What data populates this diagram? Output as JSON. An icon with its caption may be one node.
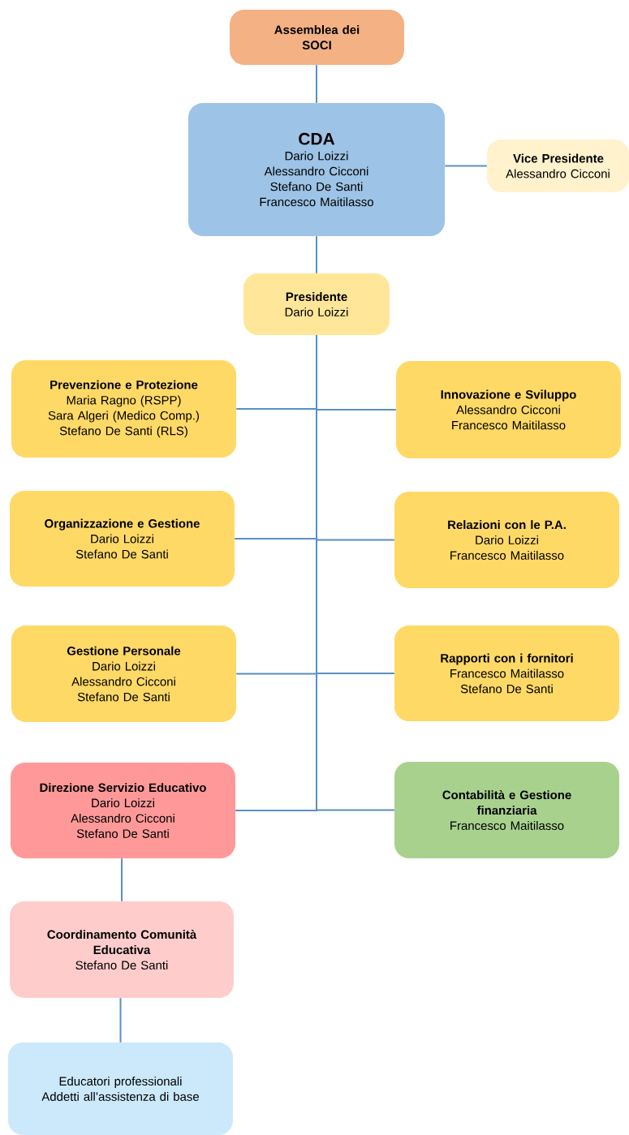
{
  "diagram": {
    "nodes": [
      {
        "text": [
          "Assemblea dei SOCI"
        ]
      },
      {
        "text": [
          "CDA",
          "Dario Loizzi",
          "Alessandro Cicconi",
          "Stefano De Santi",
          "Francesco Maitilasso"
        ]
      },
      {
        "text": [
          "Vice Presidente",
          "Alessandro Cicconi"
        ]
      },
      {
        "text": [
          "Presidente",
          "Dario Loizzi"
        ]
      },
      {
        "text": [
          "Prevenzione e Protezione",
          "Maria Ragno (RSPP)",
          "Sara Algeri (Medico Comp.)",
          "Stefano De Santi (RLS)"
        ]
      },
      {
        "text": [
          "Innovazione e Sviluppo",
          "Alessandro Cicconi",
          "Francesco Maitilasso"
        ]
      },
      {
        "text": [
          "Organizzazione e Gestione",
          "Dario Loizzi",
          "Stefano De Santi"
        ]
      },
      {
        "text": [
          "Relazioni con le P.A.",
          "Dario Loizzi",
          "Francesco Maitilasso"
        ]
      },
      {
        "text": [
          "Gestione Personale",
          "Dario Loizzi",
          "Alessandro Cicconi",
          "Stefano De Santi"
        ]
      },
      {
        "text": [
          "Rapporti con i fornitori",
          "Francesco Maitilasso",
          "Stefano De Santi"
        ]
      },
      {
        "text": [
          "Direzione Servizio Educativo",
          "Dario Loizzi",
          "Alessandro Cicconi",
          "Stefano De Santi"
        ]
      },
      {
        "text": [
          "Contabilità e Gestione finanziaria",
          "Francesco Maitilasso"
        ]
      },
      {
        "text": [
          "Coordinamento Comunità Educativa",
          "Stefano De Santi"
        ]
      },
      {
        "text": [
          "Educatori professionali",
          "Addetti all’assistenza di base"
        ]
      }
    ],
    "edges": [
      {
        "from": 0,
        "to": 1,
        "arrow": "none"
      },
      {
        "from": 1,
        "to": 2,
        "arrow": "none"
      },
      {
        "from": 1,
        "to": 3,
        "arrow": "none"
      },
      {
        "from": 3,
        "to": 4,
        "arrow": "none"
      },
      {
        "from": 3,
        "to": 5,
        "arrow": "none"
      },
      {
        "from": 3,
        "to": 6,
        "arrow": "none"
      },
      {
        "from": 3,
        "to": 7,
        "arrow": "none"
      },
      {
        "from": 3,
        "to": 8,
        "arrow": "none"
      },
      {
        "from": 3,
        "to": 9,
        "arrow": "none"
      },
      {
        "from": 3,
        "to": 10,
        "arrow": "none"
      },
      {
        "from": 3,
        "to": 11,
        "arrow": "none"
      },
      {
        "from": 10,
        "to": 12,
        "arrow": "none"
      },
      {
        "from": 12,
        "to": 13,
        "arrow": "none"
      }
    ]
  }
}
